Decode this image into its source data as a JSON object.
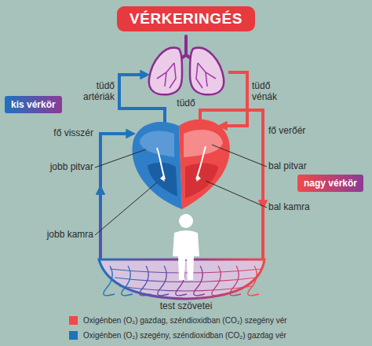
{
  "diagram": {
    "title": "VÉRKERINGÉS",
    "nodes": [
      {
        "text": [
          "kis vérkör"
        ]
      },
      {
        "text": [
          "nagy vérkör"
        ]
      }
    ],
    "labels": [
      "tüdő artériák",
      "tüdő",
      "tüdő vénák",
      "fő visszér",
      "fő verőér",
      "jobb pitvar",
      "bal pitvar",
      "bal kamra",
      "jobb kamra",
      "test szövetei"
    ],
    "legend": [
      {
        "text": "Oxigénben (O₂) gazdag, széndioxidban (CO₂) szegény vér",
        "color": "#ef4a4a"
      },
      {
        "text": "Oxigénben (O₂) szegény, széndioxidban (CO₂) gazdag vér",
        "color": "#1f72bd"
      }
    ]
  }
}
